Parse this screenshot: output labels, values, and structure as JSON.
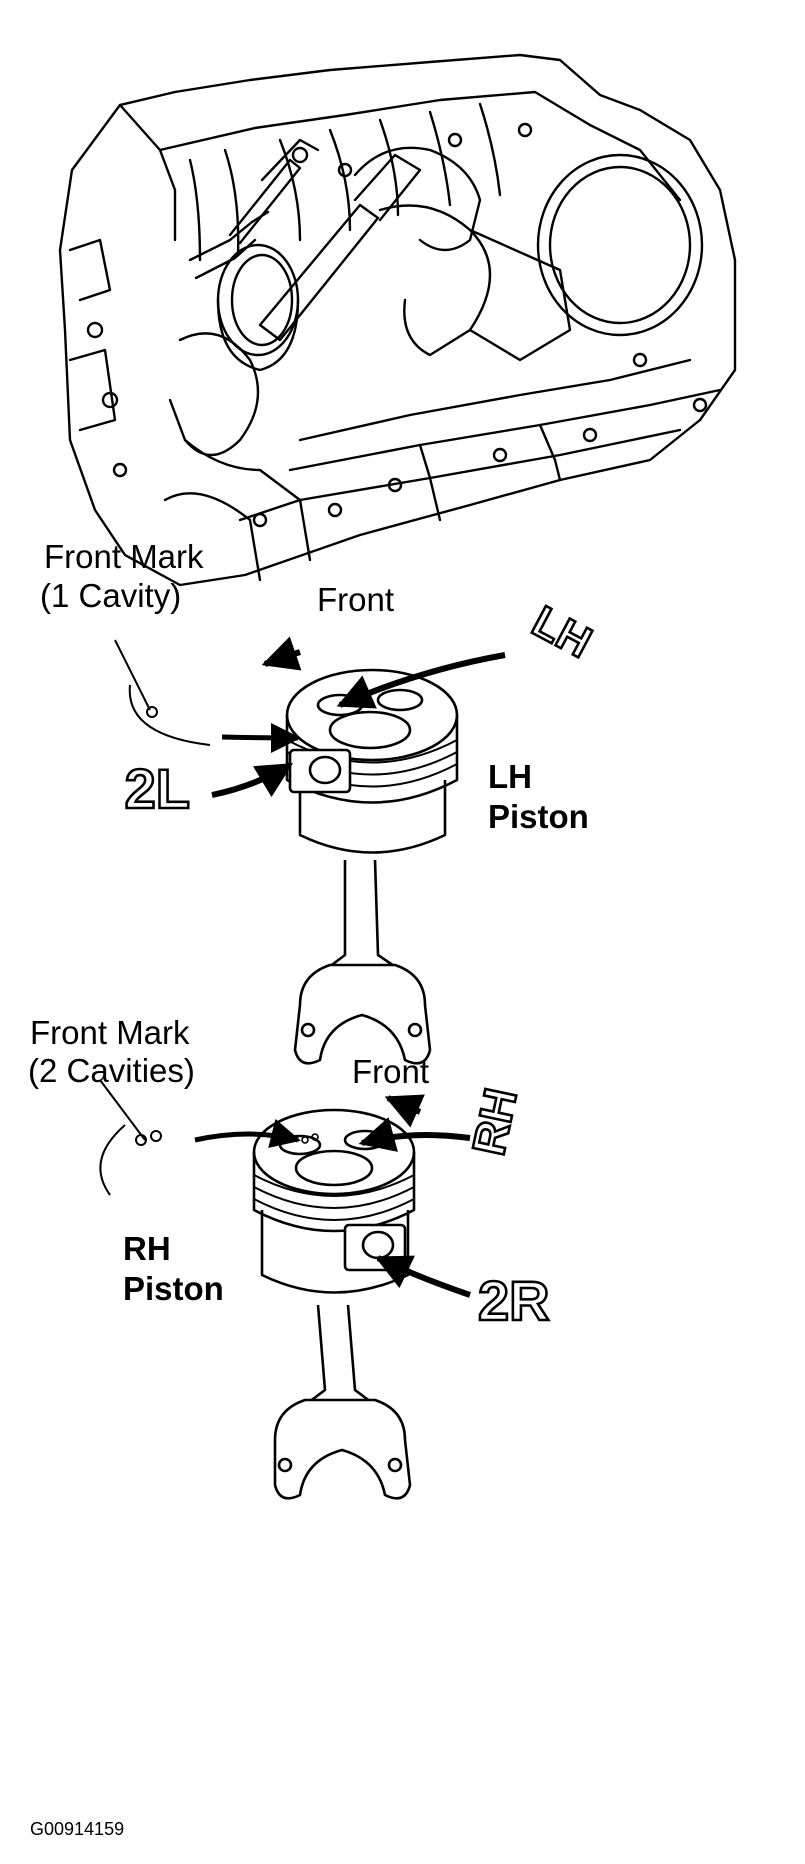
{
  "diagram": {
    "top": {
      "front_mark_label": [
        "Front Mark",
        "(1 Cavity)"
      ],
      "front_label": "Front",
      "side_code": "LH",
      "ring_code": "2L",
      "piston_label": [
        "LH",
        "Piston"
      ]
    },
    "bottom": {
      "front_mark_label": [
        "Front Mark",
        "(2 Cavities)"
      ],
      "front_label": "Front",
      "side_code": "RH",
      "ring_code": "2R",
      "piston_label": [
        "RH",
        "Piston"
      ]
    },
    "figure_code": "G00914159"
  }
}
